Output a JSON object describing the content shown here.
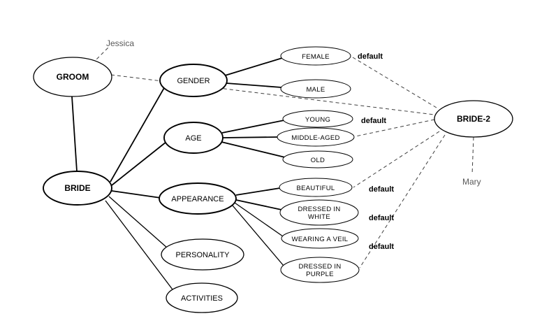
{
  "diagram": {
    "background_color": "#ffffff",
    "stroke_color": "#000000",
    "annotation_color": "#595959",
    "nodes": {
      "groom": {
        "label": "GROOM"
      },
      "bride": {
        "label": "BRIDE"
      },
      "gender": {
        "label": "GENDER"
      },
      "age": {
        "label": "AGE"
      },
      "appearance": {
        "label": "APPEARANCE"
      },
      "personality": {
        "label": "PERSONALITY"
      },
      "activities": {
        "label": "ACTIVITIES"
      },
      "female": {
        "label": "FEMALE"
      },
      "male": {
        "label": "MALE"
      },
      "young": {
        "label": "YOUNG"
      },
      "middle_aged": {
        "label": "MIDDLE-AGED"
      },
      "old": {
        "label": "OLD"
      },
      "beautiful": {
        "label": "BEAUTIFUL"
      },
      "dressed_in_white": {
        "line1": "DRESSED IN",
        "line2": "WHITE"
      },
      "wearing_a_veil": {
        "label": "WEARING A VEIL"
      },
      "dressed_in_purple": {
        "line1": "DRESSED IN",
        "line2": "PURPLE"
      },
      "bride_2": {
        "label": "BRIDE-2"
      }
    },
    "annotations": {
      "jessica": {
        "label": "Jessica"
      },
      "mary": {
        "label": "Mary"
      },
      "default_female": {
        "label": "default"
      },
      "default_young": {
        "label": "default"
      },
      "default_beautiful": {
        "label": "default"
      },
      "default_dressed_in_white": {
        "label": "default"
      },
      "default_wearing_a_veil": {
        "label": "default"
      }
    },
    "edges": {
      "solid": [
        {
          "from": "groom",
          "to": "bride"
        },
        {
          "from": "bride",
          "to": "gender"
        },
        {
          "from": "bride",
          "to": "age"
        },
        {
          "from": "bride",
          "to": "appearance"
        },
        {
          "from": "bride",
          "to": "personality"
        },
        {
          "from": "bride",
          "to": "activities"
        },
        {
          "from": "gender",
          "to": "female"
        },
        {
          "from": "gender",
          "to": "male"
        },
        {
          "from": "age",
          "to": "young"
        },
        {
          "from": "age",
          "to": "middle_aged"
        },
        {
          "from": "age",
          "to": "old"
        },
        {
          "from": "appearance",
          "to": "beautiful"
        },
        {
          "from": "appearance",
          "to": "dressed_in_white"
        },
        {
          "from": "appearance",
          "to": "wearing_a_veil"
        },
        {
          "from": "appearance",
          "to": "dressed_in_purple"
        }
      ],
      "dashed": [
        {
          "from": "groom",
          "to": "jessica"
        },
        {
          "from": "groom",
          "to": "bride_2"
        },
        {
          "from": "bride_2",
          "to": "female"
        },
        {
          "from": "bride_2",
          "to": "middle_aged"
        },
        {
          "from": "bride_2",
          "to": "beautiful"
        },
        {
          "from": "bride_2",
          "to": "dressed_in_purple"
        },
        {
          "from": "bride_2",
          "to": "mary"
        }
      ]
    }
  }
}
